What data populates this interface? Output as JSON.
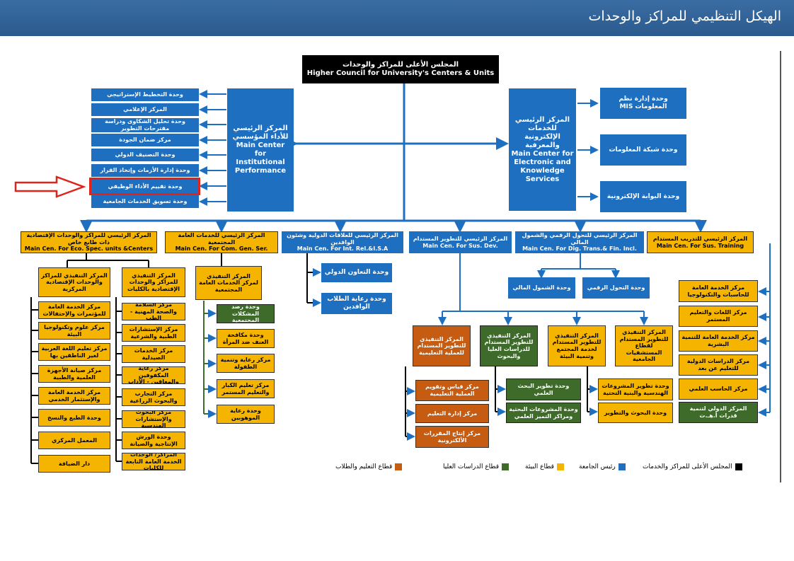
{
  "header": {
    "title": "الهيكل التنظيمي للمراكز والوحدات"
  },
  "top": {
    "ar": "المجلس الأعلى للمراكز والوحدات",
    "en": "Higher Council for University's Centers & Units"
  },
  "left_main": {
    "ar": "المركز الرئيسي للأداء المؤسسي",
    "en": "Main Center for Institutional Performance"
  },
  "left_units": [
    "وحدة التخطيط الإستراتيجي",
    "المركز الإعلامي",
    "وحدة تحليل الشكاوى ودراسة مقترحات التطوير",
    "مركز ضمان الجودة",
    "وحدة التصنيف الدولي",
    "وحدة إدارة الأزمات وإتخاذ القرار",
    "وحدة تقييم الأداء الوظيفي",
    "وحدة تسويق الخدمات الجامعية"
  ],
  "right_main": {
    "ar": "المركز الرئيسي للخدمات الإلكترونية والمعرفية",
    "en": "Main Center for Electronic and Knowledge Services"
  },
  "right_units": [
    "وحدة إدارة نظم المعلومات MIS",
    "وحدة شبكة المعلومات",
    "وحدة البوابة الإلكترونية"
  ],
  "row": [
    {
      "ar": "المركز الرئيسي للمراكز والوحدات الإقتصادية ذات طابع خاص",
      "en": "Main Cen. For Eco. Spec. units &Centers"
    },
    {
      "ar": "المركز الرئيسي للخدمات العامة المجتمعية",
      "en": "Main Cen. For Com. Gen. Ser."
    },
    {
      "ar": "المركز الرئيسي للعلاقات الدولية وشئون الوافدين",
      "en": "Main Cen. For Int. Rel.&I.S.A"
    },
    {
      "ar": "المركز الرئيسي للتطوير المستدام",
      "en": "Main Cen. For Sus. Dev."
    },
    {
      "ar": "المركز الرئيسي للتحول الرقمي والشمول المالي",
      "en": "Main Cen. For Dig. Trans.& Fin. Incl."
    },
    {
      "ar": "المركز الرئيسي للتدريب المستدام",
      "en": "Main Cen. For Sus. Training"
    }
  ],
  "eco": {
    "exec_centers": "المركز التنفيذي للمراكز والوحدات الإقتصادية المركزية",
    "exec_faculties": "المركز التنفيذي للمراكز والوحدات الإقتصادية بالكليات",
    "centers_list": [
      "مركز الخدمة العامة للمؤتمرات والإحتفالات",
      "مركز علوم وتكنولوجيا البيئة",
      "مركز تعليم اللغة العربية لغير الناطقين بها",
      "مركز صيانة الأجهزة العلمية والطبية",
      "مركز الخدمة العامة والإستثمار الخدمي",
      "وحدة الطبع والنسخ",
      "المعمل المركزي",
      "دار الضيافة"
    ],
    "faculties_list": [
      "مركز السلامة والصحة المهنية - الطب",
      "مركز الإستشارات الطبية والشرعية",
      "مركز الخدمات الصيدلية",
      "مركز رعاية المكفوفين والمعاقين - الآداب",
      "مركز التجارب والبحوث الزراعية",
      "مركز البحوث والإستشارات الهندسية",
      "وحدة الورش الإنتاجية والصيانة",
      "المراكز/ الوحدات الخدمة العامة التابعة للكليات"
    ]
  },
  "com": {
    "exec": "المركز التنفيذي لمركز الخدمات العامة المجتمعية",
    "list": [
      "وحدة رصد المشكلات المجتمعية",
      "وحدة مكافحة العنف ضد المرأة",
      "مركز رعاية وتنمية الطفولة",
      "مركز تعليم الكبار والتعليم المستمر",
      "وحدة رعاية الموهوبين"
    ]
  },
  "intl": {
    "list": [
      "وحدة التعاون الدولي",
      "وحدة رعاية الطلاب الوافدين"
    ]
  },
  "dig": {
    "list": [
      "وحدة الشمول المالي",
      "وحدة التحول الرقمي"
    ]
  },
  "sus": {
    "execs": [
      "المركز التنفيذي للتطوير المستدام للعملية التعليمية",
      "المركز التنفيذي للتطوير المستدام للدراسات العليا والبحوث",
      "المركز التنفيذي للتطوير المستدام لخدمة المجتمع وتنمية البيئة",
      "المركز التنفيذي للتطوير المستدام لقطاع المستشفيات الجامعية"
    ],
    "edu_list": [
      "مركز قياس وتقويم العملية التعليمية",
      "مركز إدارة التعليم",
      "مركز إنتاج المقررات الألكترونية"
    ],
    "grad_list": [
      "وحدة تطوير البحث العلمي",
      "وحدة المشروعات البحثية ومراكز التميز العلمي"
    ],
    "env_list": [
      "وحدة تطوير المشروعات الهندسية والبنية التحتية",
      "وحدة البحوث والتطوير"
    ]
  },
  "train": {
    "list": [
      "مركز الخدمة العامة للحاسبات والتكنولوجيا",
      "مركز اللغات والتعليم المستمر",
      "مركز الخدمة العامة للتنمية البشرية",
      "مركز الدراسات الدولية للتعليم عن بعد",
      "مركز الحاسب العلمي",
      "المركز الدولي لتنمية قدرات أ.هـ.ت"
    ]
  },
  "legend": [
    {
      "label": "المجلس الأعلى للمراكز والخدمات",
      "color": "#000000"
    },
    {
      "label": "رئيس الجامعة",
      "color": "#1f6fc0"
    },
    {
      "label": "قطاع البيئة",
      "color": "#f4b400"
    },
    {
      "label": "قطاع الدراسات العليا",
      "color": "#3f6b2a"
    },
    {
      "label": "قطاع التعليم والطلاب",
      "color": "#c65b12"
    }
  ],
  "colors": {
    "highlight": "#e0241b",
    "arrow": "#1f6fc0"
  }
}
